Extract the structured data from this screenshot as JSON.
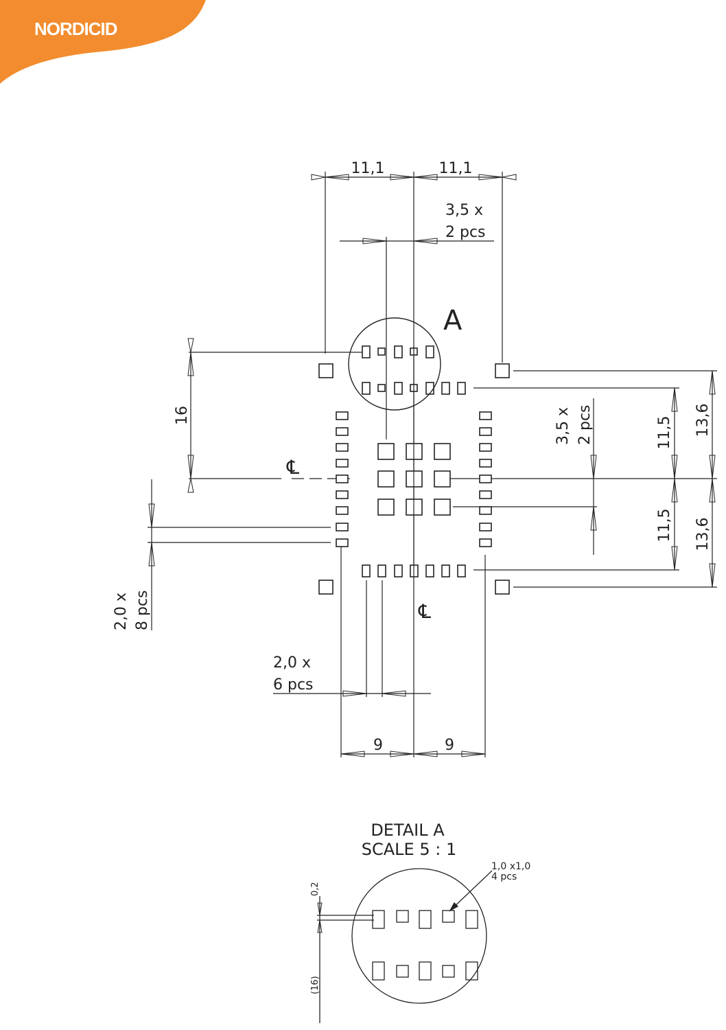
{
  "header": {
    "brand": "NORDICID",
    "brand_color": "#F28C2E"
  },
  "drawing": {
    "dim_top_left": "11,1",
    "dim_top_right": "11,1",
    "note_top_line1": "3,5 x",
    "note_top_line2": "2 pcs",
    "detail_marker": "A",
    "dim_left_16": "16",
    "centerline_symbol": "℄",
    "note_right_line1": "3,5 x",
    "note_right_line2": "2 pcs",
    "dim_right_11_5_top": "11,5",
    "dim_right_11_5_bottom": "11,5",
    "dim_right_13_6_top": "13,6",
    "dim_right_13_6_bottom": "13,6",
    "note_left_line1": "2,0 x",
    "note_left_line2": "8 pcs",
    "note_bottom_line1": "2,0 x",
    "note_bottom_line2": "6 pcs",
    "dim_bottom_left": "9",
    "dim_bottom_right": "9"
  },
  "detail": {
    "title": "DETAIL A",
    "scale": "SCALE 5 : 1",
    "pad_note_line1": "1,0 x1,0",
    "pad_note_line2": "4 pcs",
    "dim_gap": "0,2",
    "dim_ref": "(16)"
  }
}
